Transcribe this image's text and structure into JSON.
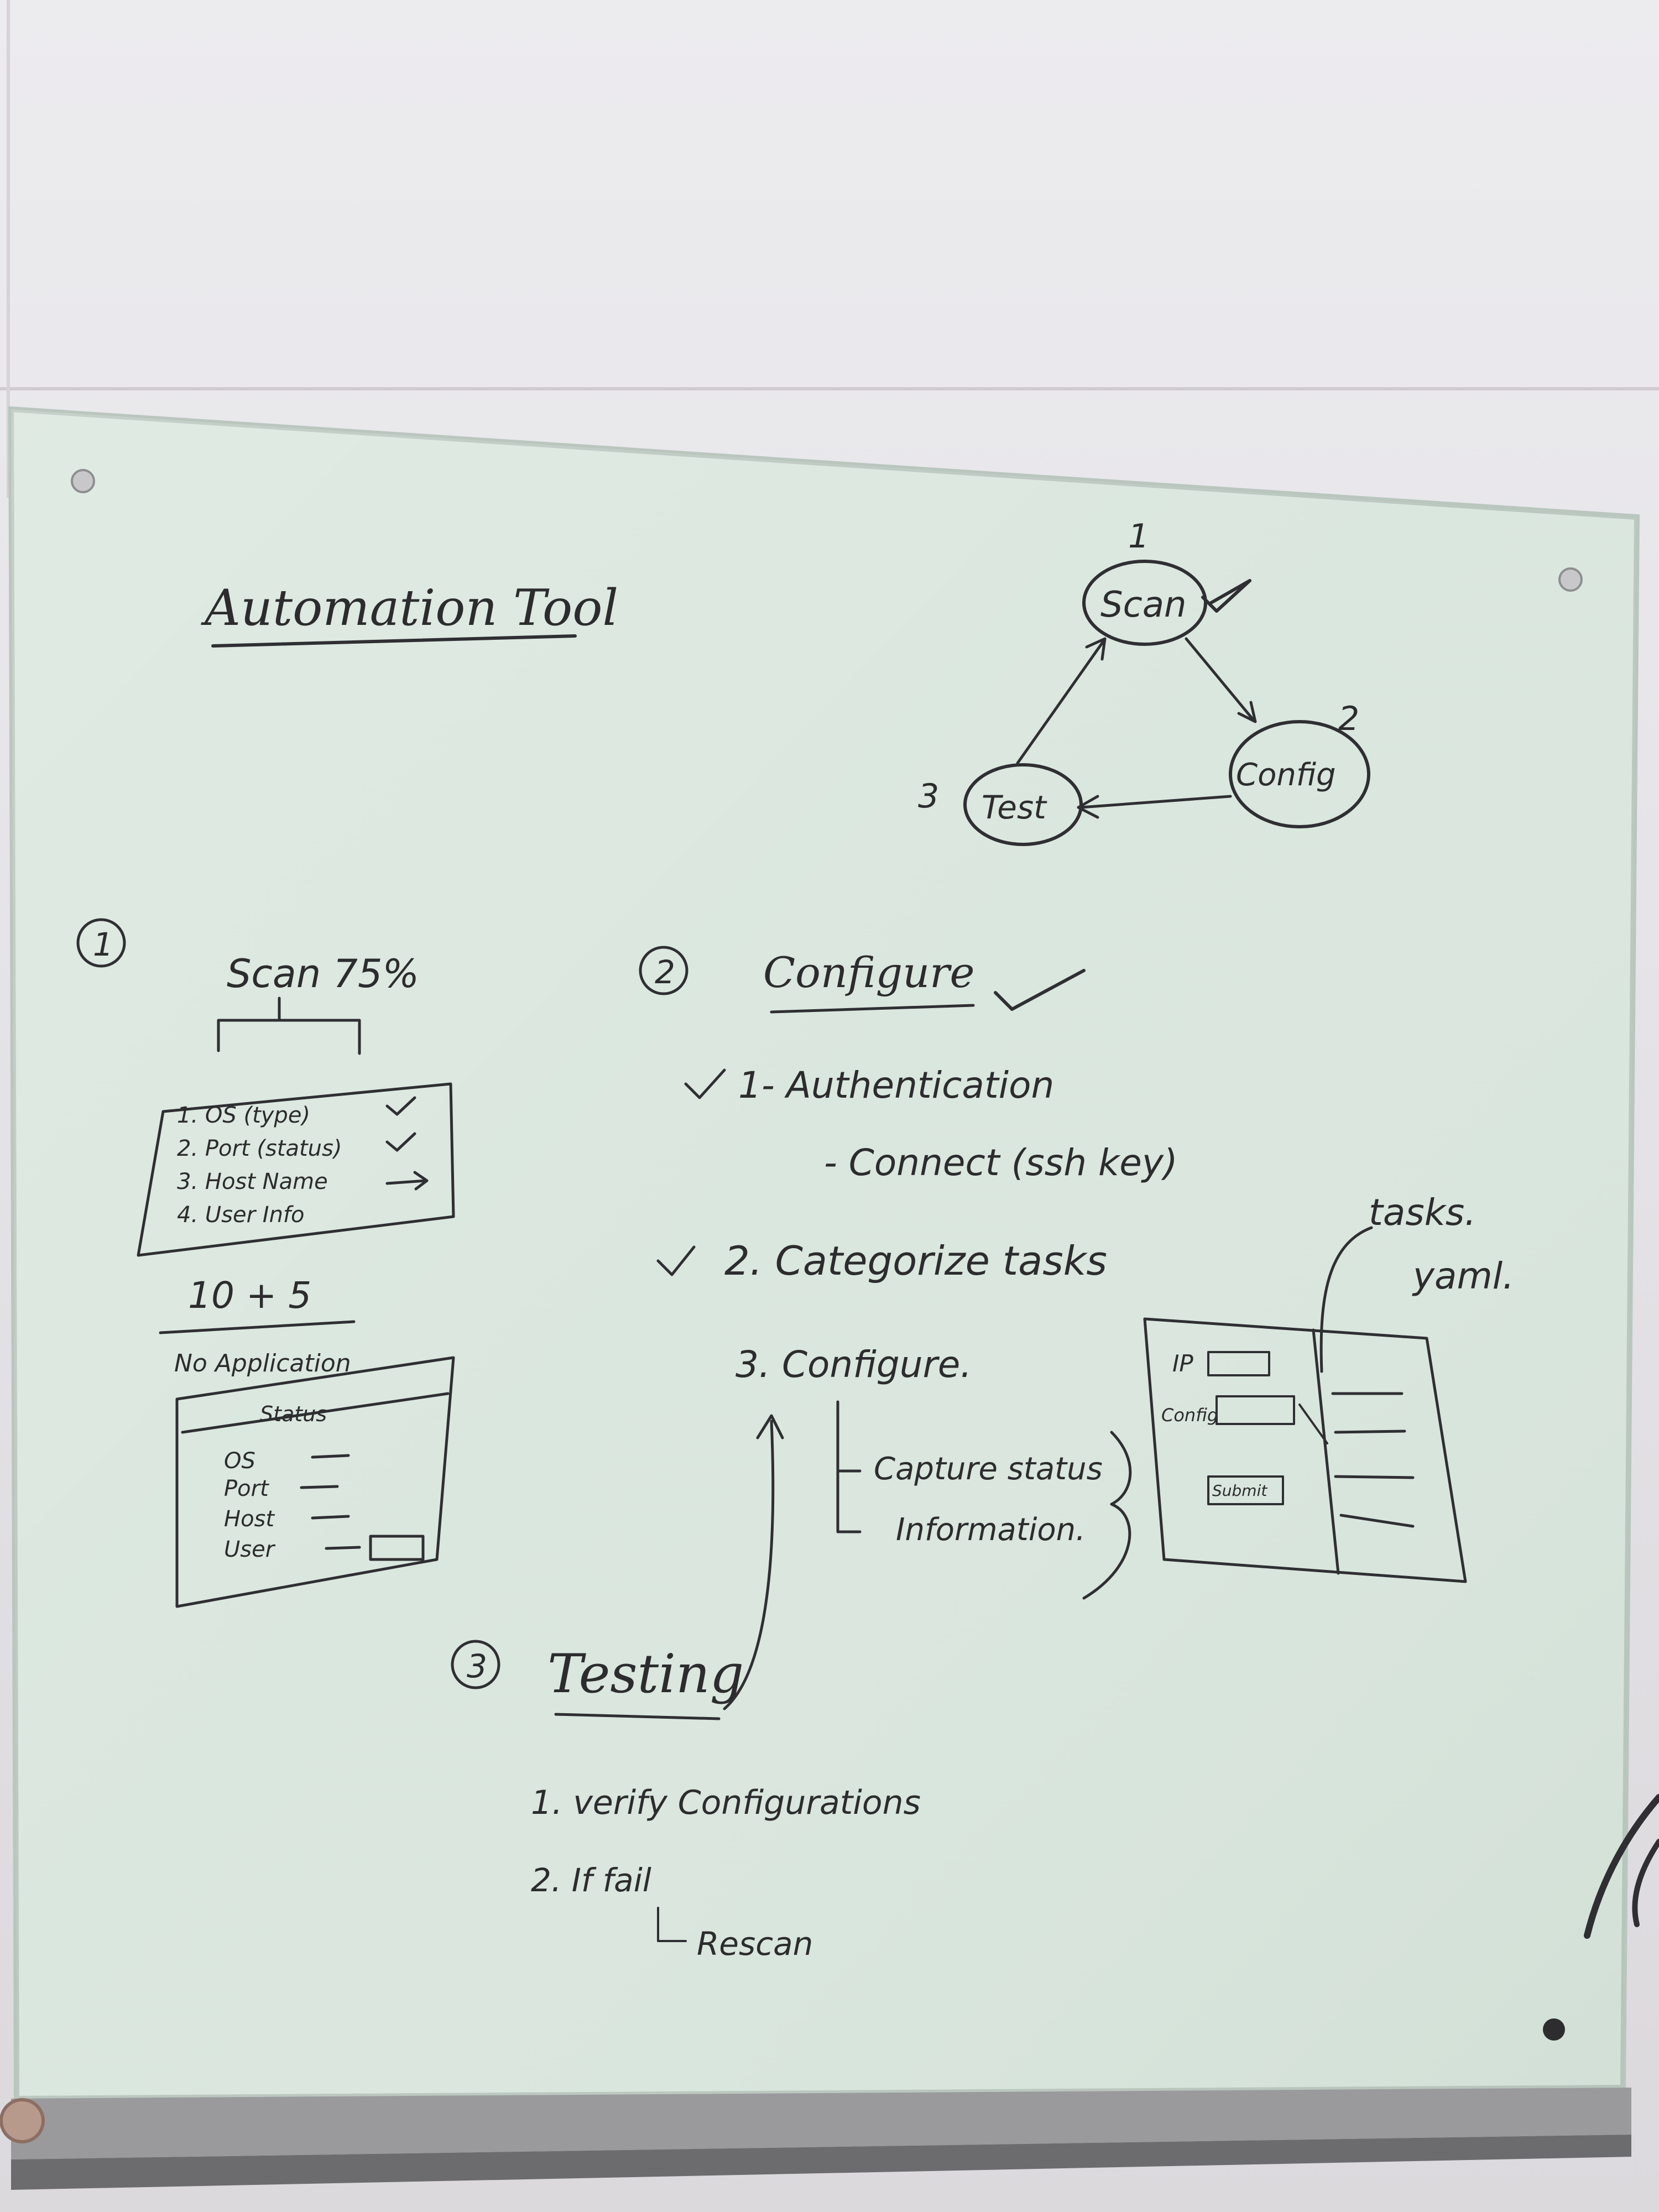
{
  "board": {
    "title": "Automation Tool",
    "cycle": {
      "nodes": [
        {
          "number": "1",
          "label": "Scan"
        },
        {
          "number": "2",
          "label": "Config"
        },
        {
          "number": "3",
          "label": "Test"
        }
      ]
    },
    "section1": {
      "number": "1",
      "heading": "Scan 75%",
      "items": [
        "1. OS (type)",
        "2. Port (status)",
        "3. Host Name",
        "4. User Info"
      ],
      "count": "10 + 5",
      "subheading": "No Application",
      "status_label": "Status",
      "status_fields": [
        "OS",
        "Port",
        "Host",
        "User"
      ]
    },
    "section2": {
      "number": "2",
      "heading": "Configure",
      "steps": [
        "1- Authentication",
        "- Connect (ssh key)",
        "2. Categorize tasks",
        "3. Configure."
      ],
      "sub_steps": [
        "Capture status",
        "Information."
      ],
      "side_note": [
        "tasks.",
        "yaml."
      ],
      "form_labels": [
        "IP",
        "Config",
        "Submit"
      ]
    },
    "section3": {
      "number": "3",
      "heading": "Testing",
      "steps": [
        "1. verify Configurations",
        "2. If fail",
        "Rescan"
      ]
    }
  }
}
